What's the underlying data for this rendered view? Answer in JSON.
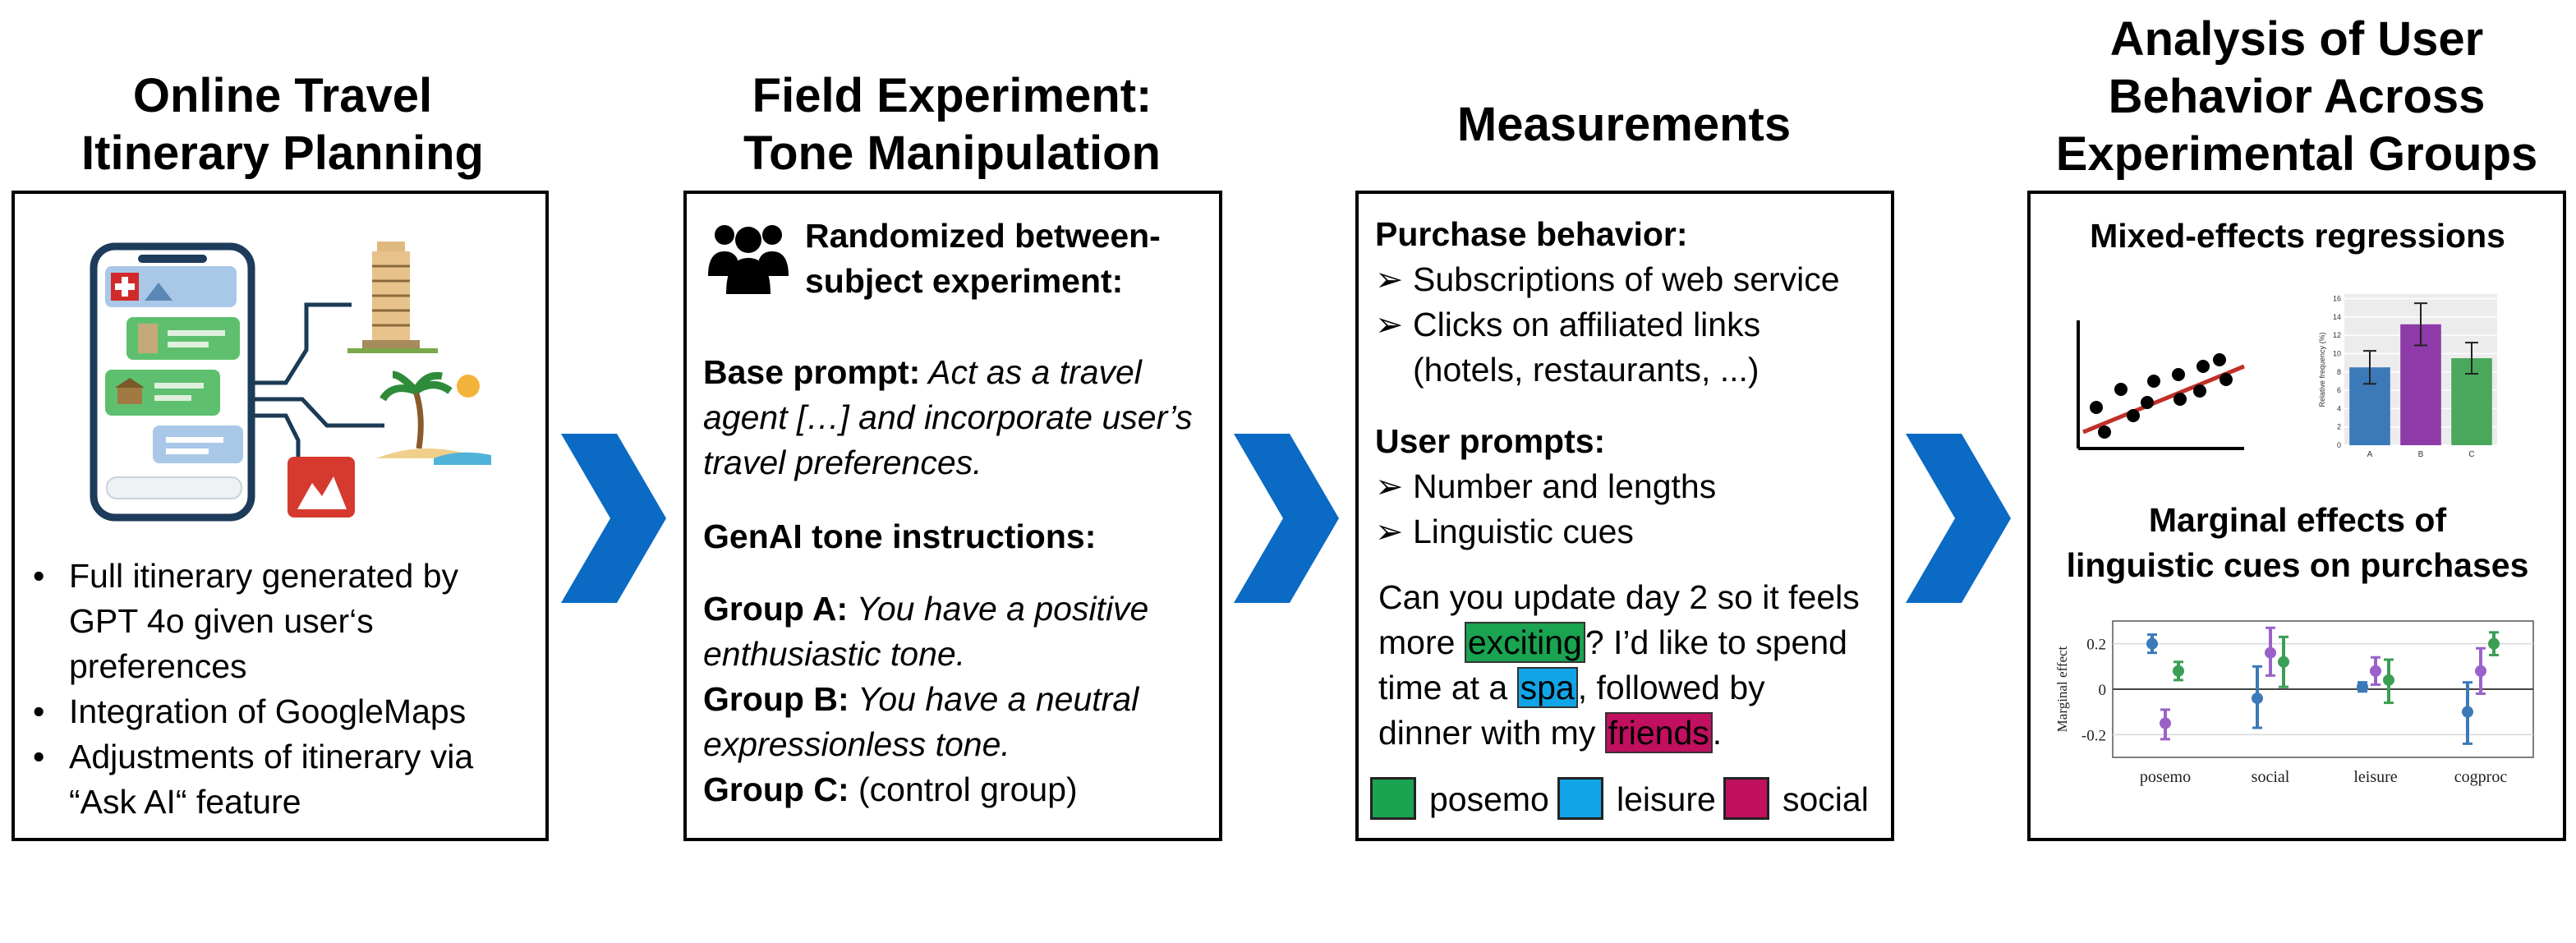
{
  "titles": {
    "col1": "Online Travel\nItinerary Planning",
    "col2": "Field Experiment:\nTone Manipulation",
    "col3": "Measurements",
    "col4": "Analysis of User\nBehavior Across\nExperimental Groups"
  },
  "panel1": {
    "bullets": [
      "Full itinerary generated by\nGPT 4o given user‘s\npreferences",
      "Integration of GoogleMaps",
      "Adjustments of itinerary via\n“Ask AI“ feature"
    ]
  },
  "panel2": {
    "header": "Randomized between-\nsubject experiment:",
    "base_label": "Base prompt:",
    "base_text_1": " Act as a travel",
    "base_text_2": "agent […] and incorporate user’s",
    "base_text_3": "travel preferences.",
    "tone_header": "GenAI tone instructions:",
    "group_a_label": "Group A:",
    "group_a_text_1": " You have a positive",
    "group_a_text_2": "enthusiastic tone.",
    "group_b_label": "Group B:",
    "group_b_text_1": " You have a neutral",
    "group_b_text_2": "expressionless tone.",
    "group_c_label": "Group C:",
    "group_c_text": " (control group)"
  },
  "panel3": {
    "purchase_header": "Purchase behavior:",
    "purchase_items": [
      "Subscriptions of web service",
      "Clicks on affiliated links",
      "(hotels, restaurants, ...)"
    ],
    "prompts_header": "User prompts:",
    "prompt_items": [
      "Number and lengths",
      "Linguistic cues"
    ],
    "example_line1": "Can you update day 2 so it feels",
    "example_pre2": "more ",
    "example_word_exciting": "exciting",
    "example_post2": "? I’d like to spend",
    "example_pre3": "time at a ",
    "example_word_spa": "spa",
    "example_post3": ", followed by",
    "example_pre4": "dinner with my ",
    "example_word_friends": "friends",
    "example_post4": ".",
    "legend": [
      "posemo",
      "leisure",
      "social"
    ]
  },
  "panel4": {
    "regressions_title": "Mixed-effects regressions",
    "marginal_title": "Marginal effects of\nlinguistic cues on purchases"
  },
  "colors": {
    "arrow": "#0a6ac4",
    "posemo": "#1aa350",
    "leisure": "#11a5e8",
    "social": "#c0105f",
    "bar_a": "#3b79b8",
    "bar_b": "#8e3aa8",
    "bar_c": "#4aa85c",
    "regression_line": "#c0302a"
  },
  "chart_data": [
    {
      "type": "bar",
      "title": "",
      "xlabel": "",
      "ylabel": "Relative frequency (%)",
      "categories": [
        "A",
        "B",
        "C"
      ],
      "values": [
        8.5,
        13.2,
        9.5
      ],
      "errors": [
        1.8,
        2.3,
        1.7
      ],
      "yticks": [
        0,
        2,
        4,
        6,
        8,
        10,
        12,
        14,
        16
      ],
      "ylim": [
        0,
        16.5
      ],
      "grid": true
    },
    {
      "type": "scatter",
      "title": "",
      "xlabel": "",
      "ylabel": "Marginal effect",
      "categories": [
        "posemo",
        "social",
        "leisure",
        "cogproc"
      ],
      "yticks": [
        -0.2,
        0,
        0.2
      ],
      "ylim": [
        -0.3,
        0.3
      ],
      "grid": true,
      "series": [
        {
          "color": "#3b79b8",
          "points": [
            [
              0.2,
              0.16,
              0.24
            ],
            [
              -0.04,
              -0.17,
              0.1
            ],
            [
              0.01,
              -0.01,
              0.03
            ],
            [
              -0.1,
              -0.24,
              0.03
            ]
          ]
        },
        {
          "color": "#9a62c9",
          "points": [
            [
              -0.15,
              -0.22,
              -0.09
            ],
            [
              0.16,
              0.06,
              0.27
            ],
            [
              0.08,
              0.02,
              0.14
            ],
            [
              0.08,
              -0.02,
              0.18
            ]
          ]
        },
        {
          "color": "#3a9e55",
          "points": [
            [
              0.08,
              0.04,
              0.12
            ],
            [
              0.12,
              0.01,
              0.23
            ],
            [
              0.04,
              -0.06,
              0.13
            ],
            [
              0.2,
              0.15,
              0.25
            ]
          ]
        }
      ]
    }
  ]
}
